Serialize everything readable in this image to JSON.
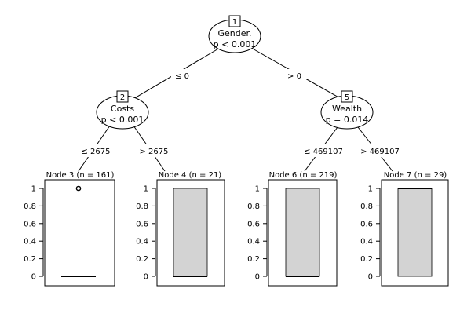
{
  "tree": {
    "inner_nodes": [
      {
        "id": "1",
        "variable": "Gender.",
        "p_text": "p < 0.001"
      },
      {
        "id": "2",
        "variable": "Costs",
        "p_text": "p < 0.001"
      },
      {
        "id": "5",
        "variable": "Wealth",
        "p_text": "p = 0.014"
      }
    ],
    "edges": [
      {
        "from": "1",
        "to": "2",
        "label": "≤ 0"
      },
      {
        "from": "1",
        "to": "5",
        "label": "> 0"
      },
      {
        "from": "2",
        "to": "3",
        "label": "≤ 2675"
      },
      {
        "from": "2",
        "to": "4",
        "label": "> 2675"
      },
      {
        "from": "5",
        "to": "6",
        "label": "≤ 469107"
      },
      {
        "from": "5",
        "to": "7",
        "label": "> 469107"
      }
    ],
    "terminal_nodes": [
      {
        "id": "3",
        "title": "Node 3 (n = 161)"
      },
      {
        "id": "4",
        "title": "Node 4 (n = 21)"
      },
      {
        "id": "6",
        "title": "Node 6 (n = 219)"
      },
      {
        "id": "7",
        "title": "Node 7 (n = 29)"
      }
    ],
    "box_fill_color": "#d3d3d3"
  },
  "chart_data": {
    "type": "boxplot",
    "ylim": [
      0,
      1
    ],
    "yticks": [
      "0",
      "0.2",
      "0.4",
      "0.6",
      "0.8",
      "1"
    ],
    "panels": [
      {
        "node": "3",
        "q1": 0,
        "median": 0,
        "q3": 0,
        "outliers": [
          1
        ]
      },
      {
        "node": "4",
        "q1": 0,
        "median": 0,
        "q3": 1,
        "outliers": []
      },
      {
        "node": "6",
        "q1": 0,
        "median": 0,
        "q3": 1,
        "outliers": []
      },
      {
        "node": "7",
        "q1": 0,
        "median": 1,
        "q3": 1,
        "outliers": []
      }
    ]
  }
}
